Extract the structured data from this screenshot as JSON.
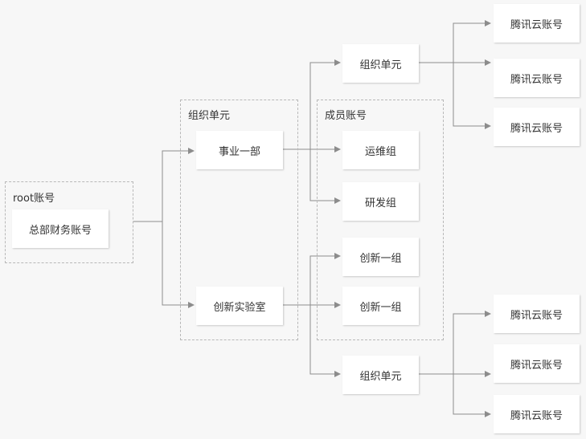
{
  "groups": {
    "root": {
      "label": "root账号"
    },
    "org": {
      "label": "组织单元"
    },
    "members": {
      "label": "成员账号"
    }
  },
  "nodes": {
    "hq_finance": "总部财务账号",
    "dept1": "事业一部",
    "lab": "创新实验室",
    "org_unit_top": "组织单元",
    "ops_group": "运维组",
    "rnd_group": "研发组",
    "innov_group_a": "创新一组",
    "innov_group_b": "创新一组",
    "org_unit_bottom": "组织单元",
    "cloud_1": "腾讯云账号",
    "cloud_2": "腾讯云账号",
    "cloud_3": "腾讯云账号",
    "cloud_4": "腾讯云账号",
    "cloud_5": "腾讯云账号",
    "cloud_6": "腾讯云账号"
  },
  "colors": {
    "line": "#8c8c8c",
    "dash": "#b8b8b8",
    "background": "#f7f7f7"
  }
}
